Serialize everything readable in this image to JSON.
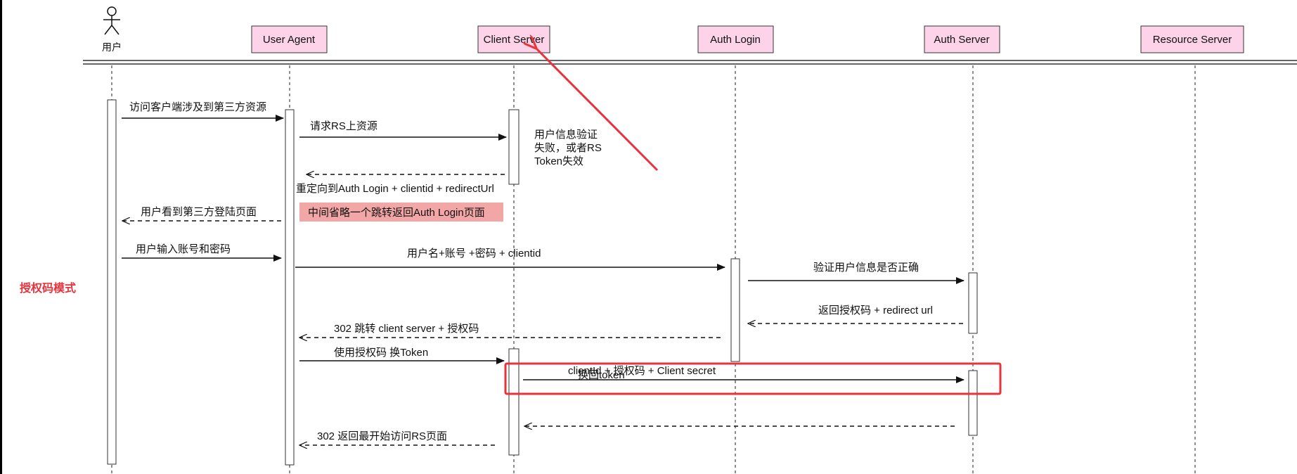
{
  "side_label": "授权码模式",
  "participants": [
    {
      "id": "user",
      "label": "用户",
      "kind": "actor"
    },
    {
      "id": "ua",
      "label": "User Agent",
      "kind": "box"
    },
    {
      "id": "cs",
      "label": "Client Server",
      "kind": "box"
    },
    {
      "id": "al",
      "label": "Auth Login",
      "kind": "box"
    },
    {
      "id": "as",
      "label": "Auth Server",
      "kind": "box"
    },
    {
      "id": "rs",
      "label": "Resource Server",
      "kind": "box"
    }
  ],
  "messages": [
    {
      "id": "m1",
      "label": "访问客户端涉及到第三方资源",
      "style": "solid"
    },
    {
      "id": "m2",
      "label": "请求RS上资源",
      "style": "solid"
    },
    {
      "id": "m3",
      "label": "重定向到Auth Login +  clientid + redirectUrl",
      "style": "dashed"
    },
    {
      "id": "m4",
      "label": "用户看到第三方登陆页面",
      "style": "dashed"
    },
    {
      "id": "m5",
      "label": "用户输入账号和密码",
      "style": "solid"
    },
    {
      "id": "m6",
      "label": "用户名+账号 +密码 + clientid",
      "style": "solid"
    },
    {
      "id": "m7",
      "label": "验证用户信息是否正确",
      "style": "solid"
    },
    {
      "id": "m8",
      "label": "返回授权码 + redirect url",
      "style": "dashed"
    },
    {
      "id": "m9",
      "label": "302  跳转  client server  + 授权码",
      "style": "dashed"
    },
    {
      "id": "m10",
      "label": "使用授权码 换Token",
      "style": "solid"
    },
    {
      "id": "m11",
      "label": "clientId + 授权码 + Client secret",
      "style": "solid"
    },
    {
      "id": "m12",
      "label": "换回token",
      "style": "dashed"
    },
    {
      "id": "m13",
      "label": "302 返回最开始访问RS页面",
      "style": "dashed"
    }
  ],
  "notes": {
    "failure_note": [
      "用户信息验证",
      "失败，或者RS",
      "Token失效"
    ],
    "omitted_note": "中间省略一个跳转返回Auth Login页面"
  },
  "colors": {
    "participant_fill": "#fcd3e8",
    "note_fill": "#f2a6a6",
    "annotation_red": "#e8323c",
    "side_label": "#e8323c"
  }
}
